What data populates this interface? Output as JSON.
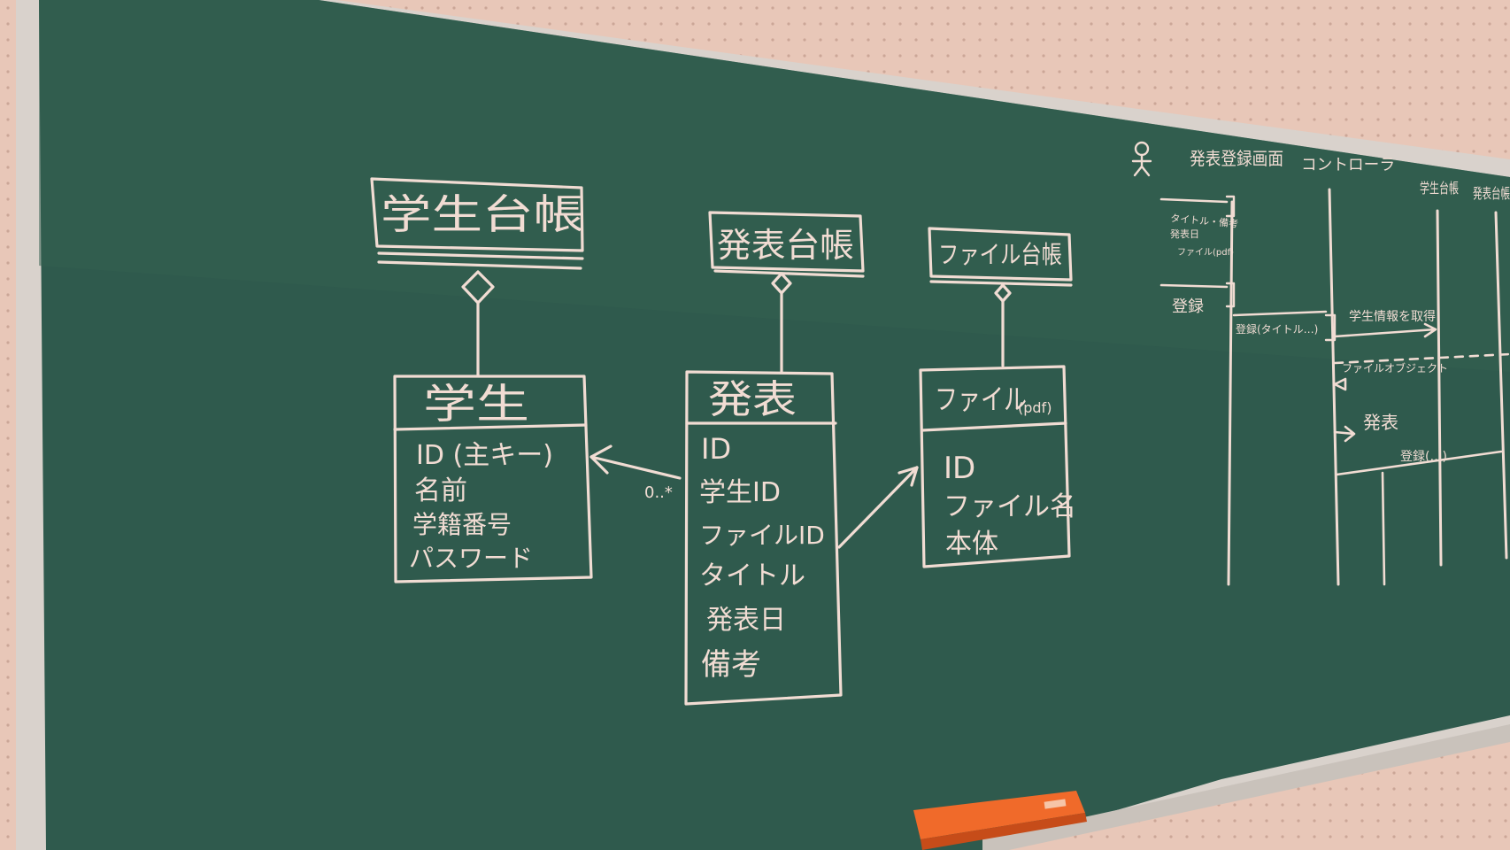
{
  "scene": {
    "colors": {
      "wall": "#e8c7b8",
      "board": "#2f5a4d",
      "board_frame": "#d9d2cc",
      "chalk": "#f1dcd3",
      "eraser": "#f06a2a"
    }
  },
  "uml": {
    "student_ledger": {
      "title": "学生台帳"
    },
    "presentation_ledger": {
      "title": "発表台帳"
    },
    "file_ledger": {
      "title": "ファイル台帳"
    },
    "student": {
      "title": "学生",
      "attrs": [
        "ID (主キー)",
        "名前",
        "学籍番号",
        "パスワード"
      ]
    },
    "presentation": {
      "title": "発表",
      "attrs": [
        "ID",
        "学生ID",
        "ファイルID",
        "タイトル",
        "発表日",
        "備考"
      ]
    },
    "file": {
      "title": "ファイル",
      "subtitle": "(pdf)",
      "attrs": [
        "ID",
        "ファイル名",
        "本体"
      ]
    },
    "multiplicity": "0..*"
  },
  "sequence": {
    "boundary": "発表登録画面",
    "controller": "コントローラ",
    "col3": "学生台帳",
    "col4": "発表台帳",
    "msg1": "タイトル・備考",
    "msg2": "発表日",
    "msg3": "ファイル(pdf)",
    "msg4": "登録",
    "msg5": "登録(タイトル…)",
    "msg6": "学生情報を取得",
    "msg7": "ファイルオブジェクト",
    "msg8": "発表",
    "msg9": "登録(…)"
  }
}
